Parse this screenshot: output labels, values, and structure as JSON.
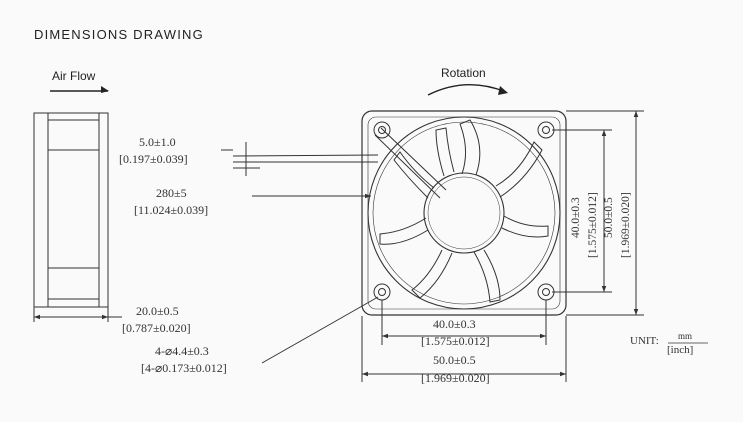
{
  "title": "DIMENSIONS DRAWING",
  "airflow_label": "Air Flow",
  "rotation_label": "Rotation",
  "dims": {
    "lead_strip": "5.0±1.0",
    "lead_strip_in": "[0.197±0.039]",
    "lead_length": "280±5",
    "lead_length_in": "[11.024±0.039]",
    "thickness": "20.0±0.5",
    "thickness_in": "[0.787±0.020]",
    "hole": "4-⌀4.4±0.3",
    "hole_in": "[4-⌀0.173±0.012]",
    "hole_pitch_h": "40.0±0.3",
    "hole_pitch_h_in": "[1.575±0.012]",
    "frame_h": "50.0±0.5",
    "frame_h_in": "[1.969±0.020]",
    "hole_pitch_v": "40.0±0.3",
    "hole_pitch_v_in": "[1.575±0.012]",
    "frame_v": "50.0±0.5",
    "frame_v_in": "[1.969±0.020]"
  },
  "unit": {
    "label": "UNIT:",
    "top": "mm",
    "bottom": "[inch]"
  }
}
